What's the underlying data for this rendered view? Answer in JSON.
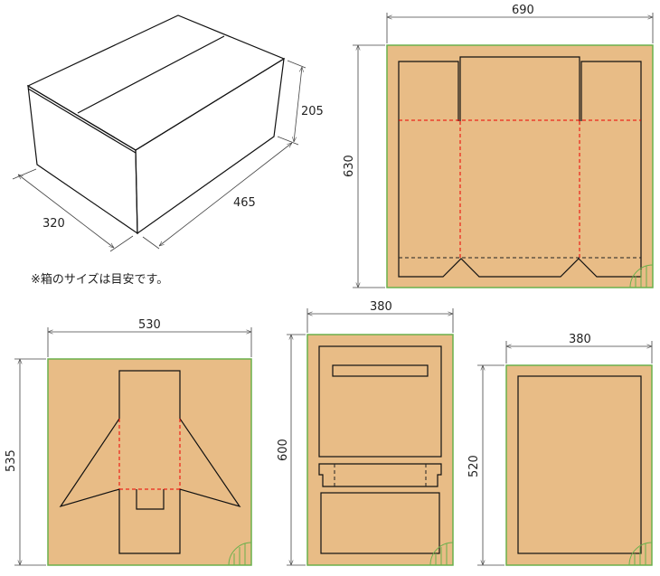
{
  "box": {
    "depth": "320",
    "width": "465",
    "height": "205",
    "note": "※箱のサイズは目安です。"
  },
  "panels": [
    {
      "name": "body-blank",
      "width": "690",
      "height": "630"
    },
    {
      "name": "insert-cross",
      "width": "530",
      "height": "535"
    },
    {
      "name": "insert-tray",
      "width": "380",
      "height": "600"
    },
    {
      "name": "pad",
      "width": "380",
      "height": "520"
    }
  ],
  "colors": {
    "cardboard": "#E8BC86",
    "fold_line": "#e00000",
    "sheet_border": "#6ab04c"
  }
}
